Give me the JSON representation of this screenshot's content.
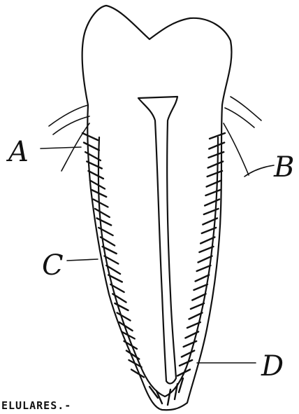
{
  "labels": {
    "a": "A",
    "b": "B",
    "c": "C",
    "d": "D"
  },
  "caption": "ELULARES.-"
}
